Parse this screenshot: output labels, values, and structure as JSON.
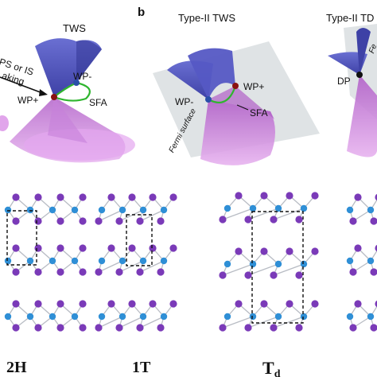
{
  "panel_b": {
    "letter": "b",
    "type2_tws_title": "Type-II TWS",
    "type2_td_title": "Type-II TD",
    "fermi_surface": "Fermi surface",
    "fermi_right": "Fe",
    "wp_plus": "WP+",
    "wp_minus": "WP-",
    "sfa": "SFA",
    "dp": "DP"
  },
  "panel_a": {
    "tws": "TWS",
    "wp_plus": "WP+",
    "wp_minus": "WP-",
    "sfa": "SFA",
    "breaking_line1": "PS or IS",
    "breaking_line2": "aking"
  },
  "structures": {
    "phase_2h": "2H",
    "phase_1t": "1T",
    "phase_td_main": "T",
    "phase_td_sub": "d"
  },
  "colors": {
    "cone_upper": "#4b4fb8",
    "cone_lower": "#d98ee6",
    "fermi_plane": "#d9dee0",
    "sfa_arc": "#2fb52f",
    "atom_metal": "#2f8fd6",
    "atom_chalcogen": "#7a3ab8",
    "weyl_plus": "#8a1111",
    "weyl_minus": "#2a4fa8"
  }
}
